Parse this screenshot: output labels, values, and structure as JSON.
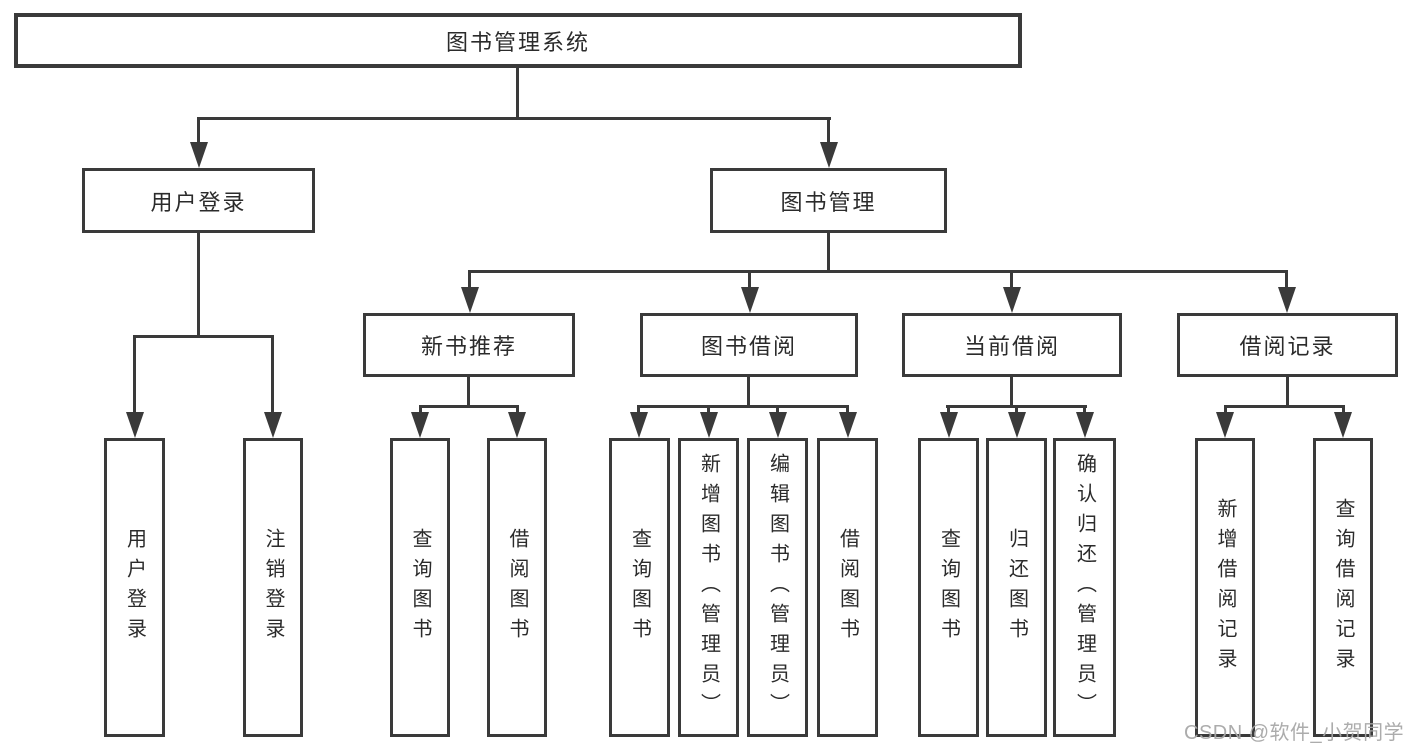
{
  "diagram": {
    "root": {
      "label": "图书管理系统"
    },
    "level2": [
      {
        "label": "用户登录"
      },
      {
        "label": "图书管理"
      }
    ],
    "level3": [
      {
        "label": "新书推荐"
      },
      {
        "label": "图书借阅"
      },
      {
        "label": "当前借阅"
      },
      {
        "label": "借阅记录"
      }
    ],
    "leaves": {
      "user_login": [
        "用户登录",
        "注销登录"
      ],
      "new_book_recommend": [
        "查询图书",
        "借阅图书"
      ],
      "book_borrow": [
        "查询图书",
        "新增图书（管理员）",
        "编辑图书（管理员）",
        "借阅图书"
      ],
      "current_borrow": [
        "查询图书",
        "归还图书",
        "确认归还（管理员）"
      ],
      "borrow_record": [
        "新增借阅记录",
        "查询借阅记录"
      ]
    },
    "watermark": {
      "text": "CSDN @软件_小贺同学"
    },
    "colors": {
      "line": "#3a3a3a",
      "text": "#2b2b2b",
      "background": "#ffffff",
      "watermark": "#a8a8a8"
    }
  }
}
